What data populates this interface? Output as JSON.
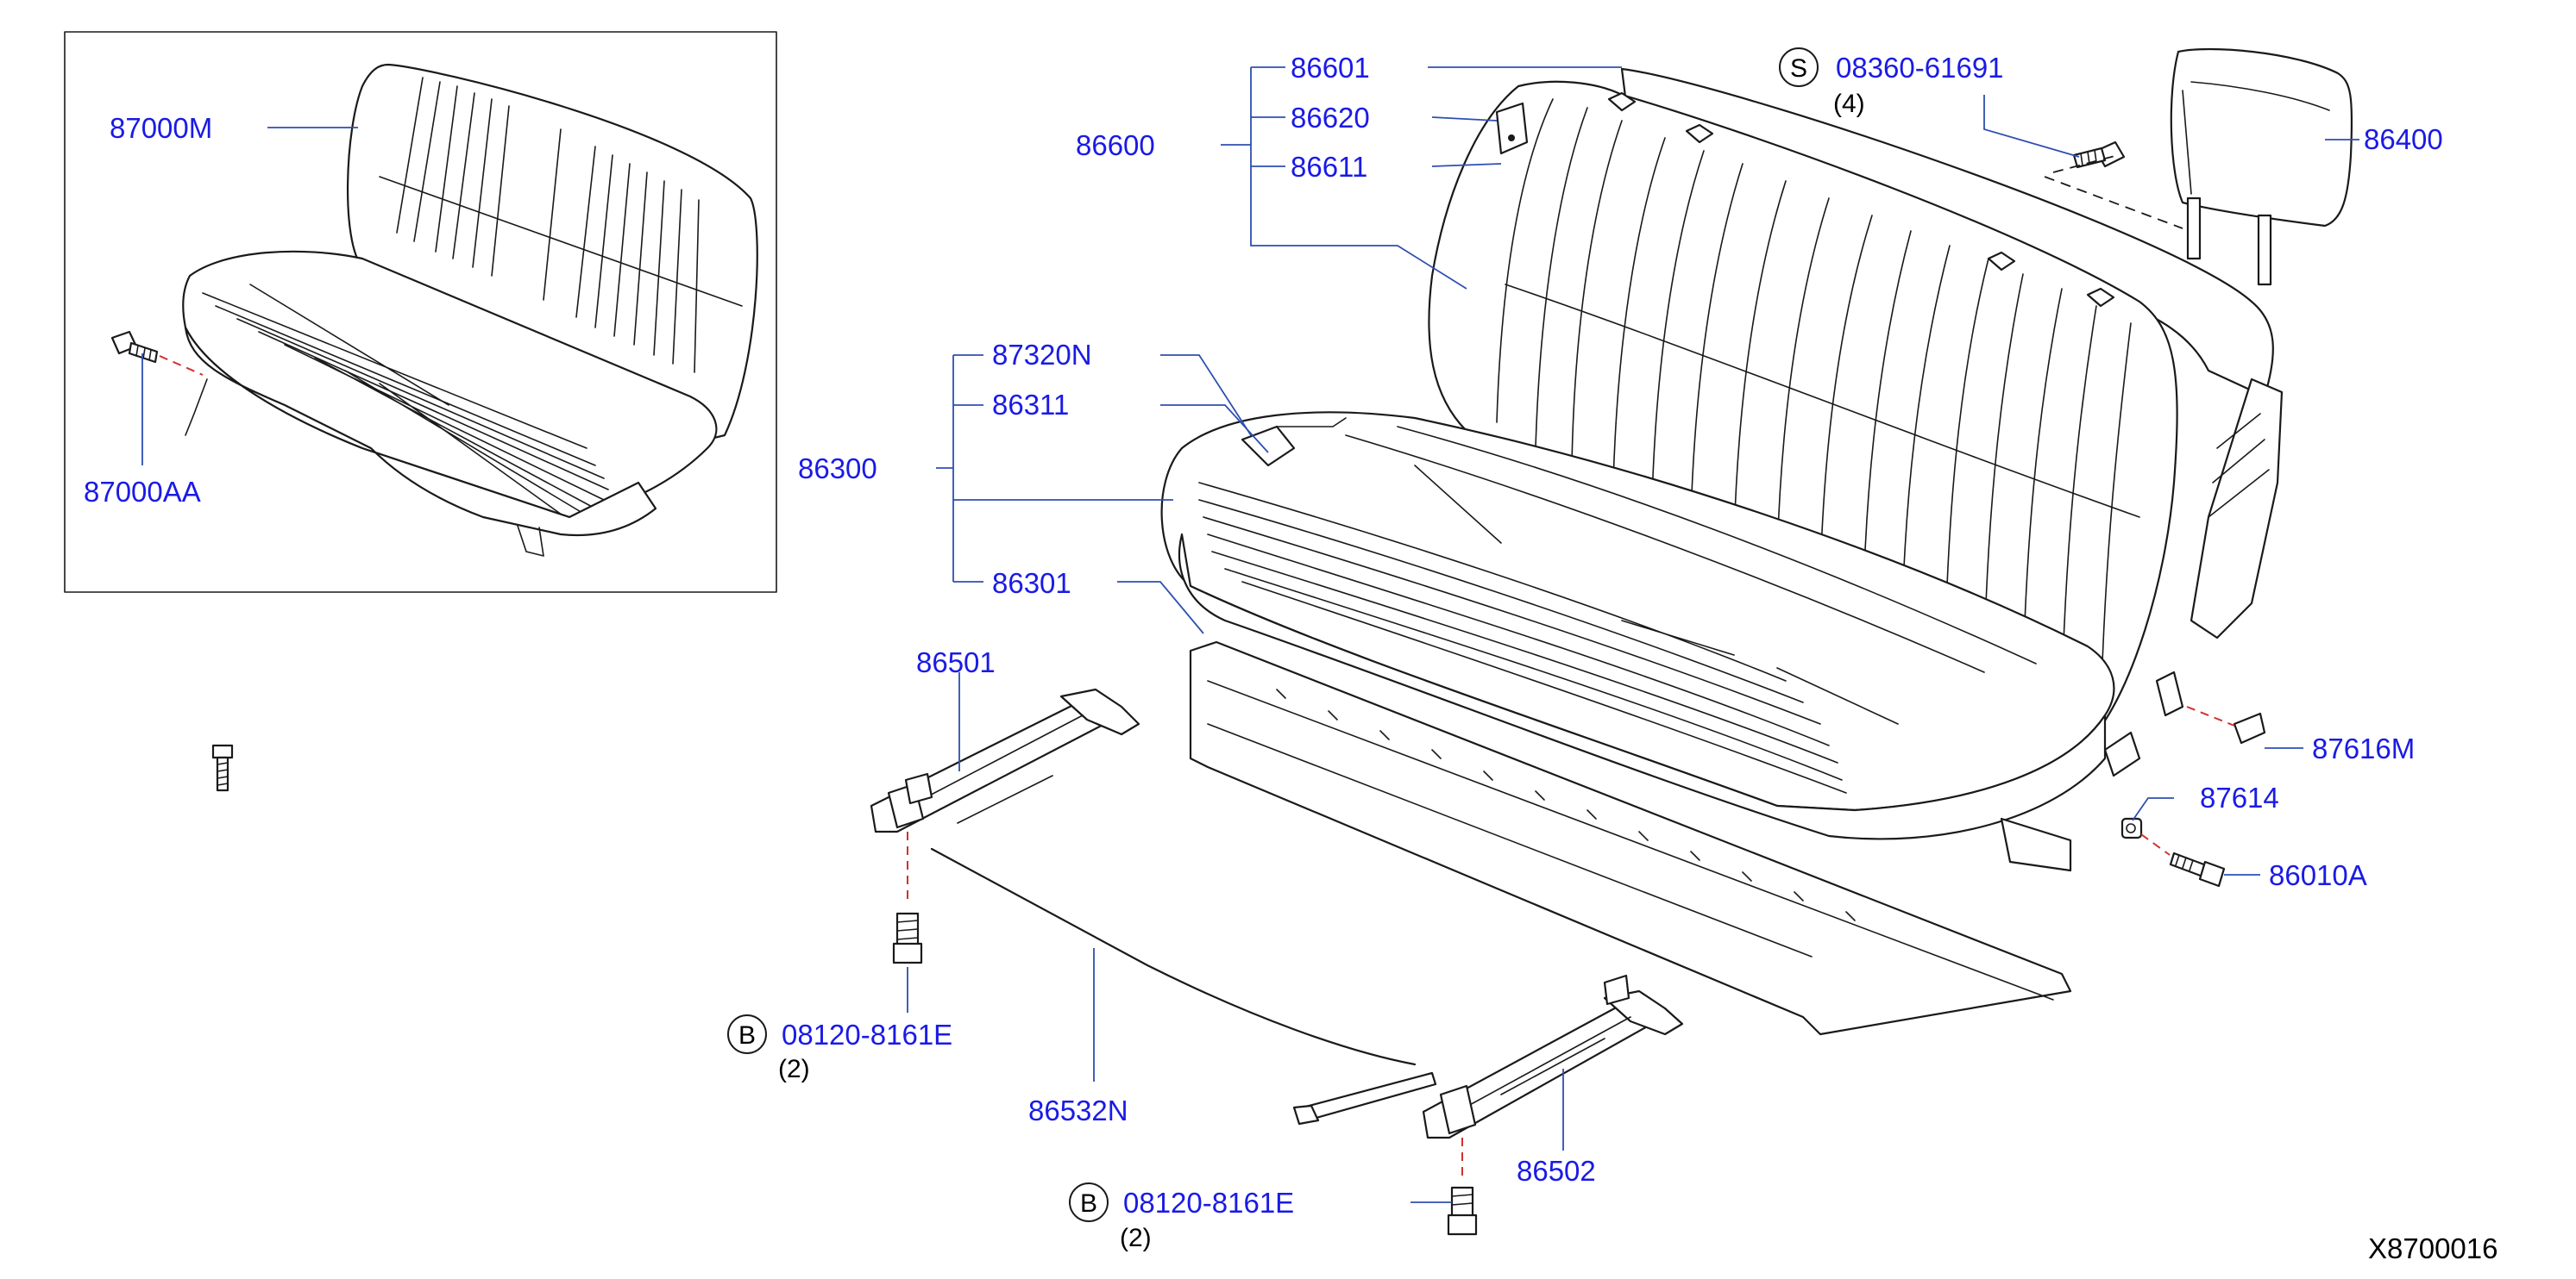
{
  "colors": {
    "label": "#1a1ae6",
    "leader": "#2e4fb0",
    "ink": "#1a1a1a",
    "hidden_line": "#d23030"
  },
  "parts": {
    "seat_assembly": "87000M",
    "bolt_inset": "87000AA",
    "back_group": "86600",
    "back_frame": "86601",
    "back_bracket": "86620",
    "back_plate": "86611",
    "screw_s": "08360-61691",
    "screw_s_qty": "(4)",
    "screw_s_badge": "S",
    "headrest": "86400",
    "cushion_group": "86300",
    "cushion_hook": "87320N",
    "cushion_trim": "86311",
    "cushion_frame": "86301",
    "slide_left": "86501",
    "slide_right": "86502",
    "slide_wire": "86532N",
    "bolt_b_1": "08120-8161E",
    "bolt_b_1_qty": "(2)",
    "bolt_b_2": "08120-8161E",
    "bolt_b_2_qty": "(2)",
    "bolt_b_badge": "B",
    "clip": "87616M",
    "bushing": "87614",
    "bolt_side": "86010A"
  },
  "diagram_ref": "X8700016"
}
